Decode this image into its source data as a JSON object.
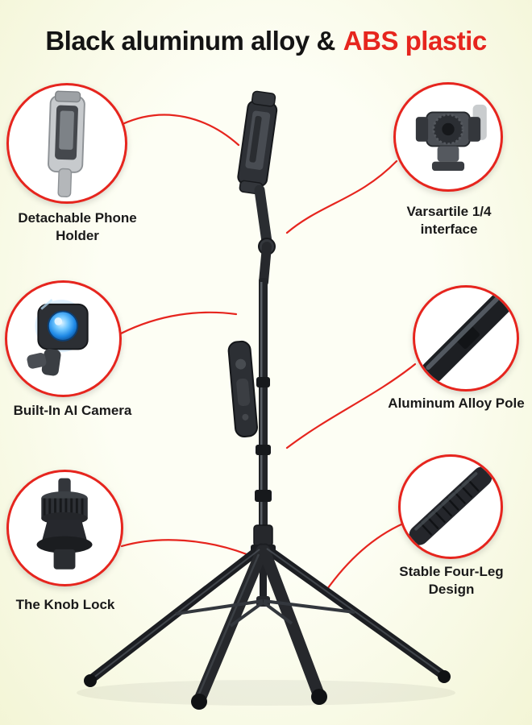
{
  "title": {
    "black": "Black aluminum alloy &",
    "red": "ABS plastic"
  },
  "callouts": [
    {
      "name": "detachable-phone-holder",
      "label": "Detachable Phone Holder"
    },
    {
      "name": "versatile-quarter-interface",
      "label": "Varsartile 1/4 interface"
    },
    {
      "name": "built-in-ai-camera",
      "label": "Built-In AI Camera"
    },
    {
      "name": "aluminum-alloy-pole",
      "label": "Aluminum Alloy Pole"
    },
    {
      "name": "knob-lock",
      "label": "The Knob Lock"
    },
    {
      "name": "stable-four-leg-design",
      "label": "Stable Four-Leg Design"
    }
  ],
  "colors": {
    "accent_red": "#e6251e",
    "title_text": "#141414",
    "label_text": "#1a1a1a",
    "background_tint": "#f4f6d8"
  }
}
